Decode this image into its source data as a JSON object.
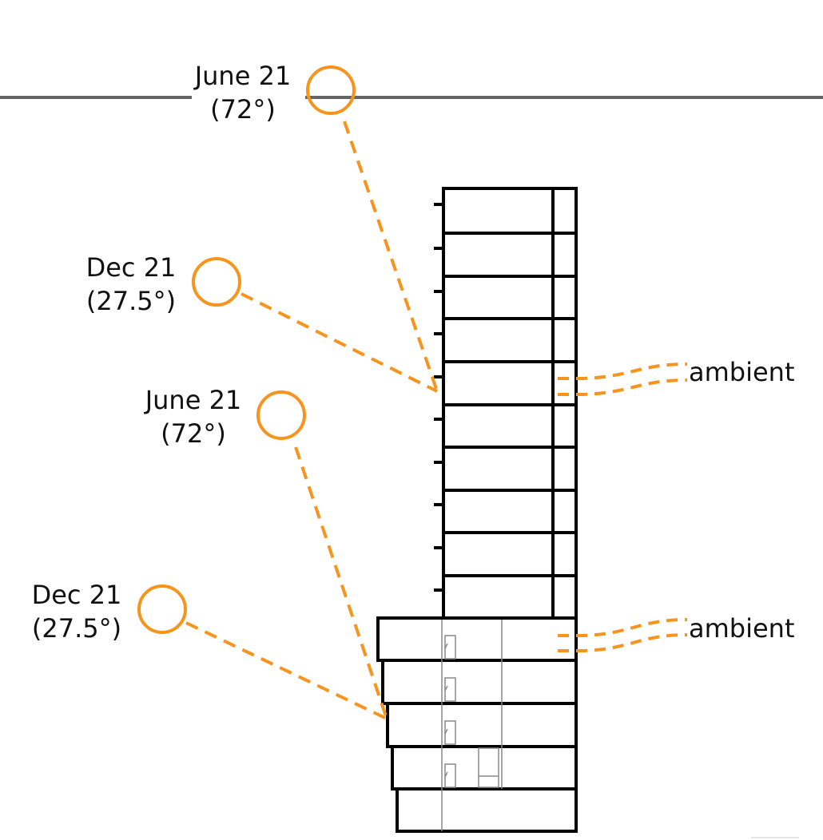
{
  "colors": {
    "sun": "#F7941D",
    "building": "#000000",
    "horizon": "#666666"
  },
  "sun_markers": [
    {
      "date": "June 21",
      "angle": "(72°)"
    },
    {
      "date": "Dec 21",
      "angle": "(27.5°)"
    },
    {
      "date": "June 21",
      "angle": "(72°)"
    },
    {
      "date": "Dec 21",
      "angle": "(27.5°)"
    }
  ],
  "ambient_labels": [
    "ambient",
    "ambient"
  ]
}
